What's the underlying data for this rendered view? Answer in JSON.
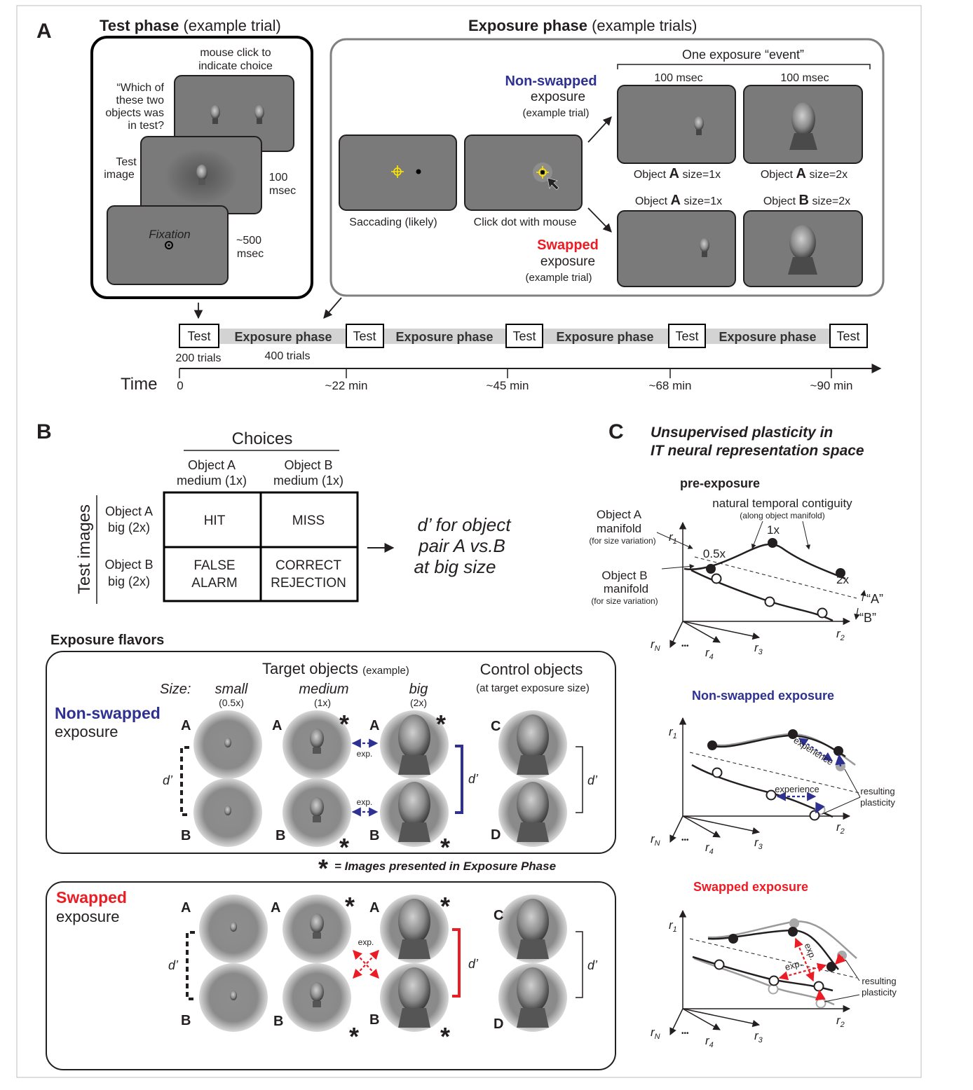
{
  "colors": {
    "nonswapped": "#2e3192",
    "swapped": "#ec1c24",
    "screen_gray": "#7a7a7a",
    "timeline_band": "#d3d3d3",
    "text": "#231f20",
    "fixation_yellow": "#ffe600"
  },
  "panel_a": {
    "label": "A",
    "test_title": "Test phase",
    "test_subtitle": "(example trial)",
    "mouse_click_1": "mouse click to",
    "mouse_click_2": "indicate choice",
    "question_1": "“Which of",
    "question_2": "these two",
    "question_3": "objects was",
    "question_4": "in test?",
    "test_image_1": "Test",
    "test_image_2": "image",
    "t100_1": "100",
    "t100_2": "msec",
    "fixation": "Fixation",
    "t500_1": "~500",
    "t500_2": "msec",
    "exposure_title": "Exposure phase",
    "exposure_subtitle": "(example trials)",
    "event_label": "One exposure “event”",
    "ms_left": "100 msec",
    "ms_right": "100 msec",
    "nonswapped_1": "Non-swapped",
    "nonswapped_2": "exposure",
    "nonswapped_3": "(example trial)",
    "swapped_1": "Swapped",
    "swapped_2": "exposure",
    "swapped_3": "(example trial)",
    "saccading": "Saccading (likely)",
    "click_dot": "Click dot with mouse",
    "obj_word": "Object",
    "obj_a": "A",
    "obj_b": "B",
    "size_1x": "size=1x",
    "size_2x": "size=2x"
  },
  "timeline": {
    "blocks": [
      "Test",
      "Exposure phase",
      "Test",
      "Exposure phase",
      "Test",
      "Exposure phase",
      "Test",
      "Exposure phase",
      "Test"
    ],
    "trials_test": "200 trials",
    "trials_exposure": "400 trials",
    "time_label": "Time",
    "ticks": [
      "0",
      "~22 min",
      "~45 min",
      "~68 min",
      "~90 min"
    ]
  },
  "panel_b": {
    "label": "B",
    "choices": "Choices",
    "col1_1": "Object A",
    "col1_2": "medium (1x)",
    "col2_1": "Object B",
    "col2_2": "medium (1x)",
    "row_axis": "Test images",
    "row1_1": "Object A",
    "row1_2": "big (2x)",
    "row2_1": "Object B",
    "row2_2": "big (2x)",
    "hit": "HIT",
    "miss": "MISS",
    "fa_1": "FALSE",
    "fa_2": "ALARM",
    "cr_1": "CORRECT",
    "cr_2": "REJECTION",
    "dprime_1": "d’ for object",
    "dprime_2": "pair A vs.B",
    "dprime_3": "at big size",
    "flavors_title": "Exposure flavors",
    "target_objects": "Target objects",
    "example": "(example)",
    "control_objects": "Control objects",
    "control_sub": "(at target exposure size)",
    "size_label": "Size:",
    "small": "small",
    "small_x": "(0.5x)",
    "medium": "medium",
    "medium_x": "(1x)",
    "big": "big",
    "big_x": "(2x)",
    "nonswapped_1": "Non-swapped",
    "nonswapped_2": "exposure",
    "swapped_1": "Swapped",
    "swapped_2": "exposure",
    "star": "*",
    "dprime": "d’",
    "exp": "exp.",
    "letter_a": "A",
    "letter_b": "B",
    "letter_c": "C",
    "letter_d": "D",
    "footnote": "= Images presented in Exposure Phase"
  },
  "panel_c": {
    "label": "C",
    "title_1": "Unsupervised plasticity in",
    "title_2": "IT neural representation space",
    "pre_exposure": "pre-exposure",
    "contiguity_1": "natural temporal contiguity",
    "contiguity_2": "(along object manifold)",
    "objA_1": "Object A",
    "objA_2": "manifold",
    "objA_3": "(for size variation)",
    "objB_1": "Object B",
    "objB_2": "manifold",
    "objB_3": "(for size variation)",
    "pt_05x": "0.5x",
    "pt_1x": "1x",
    "pt_2x": "2x",
    "region_a": "“A”",
    "region_b": "“B”",
    "r": "r",
    "sub_1": "1",
    "sub_2": "2",
    "sub_3": "3",
    "sub_4": "4",
    "sub_n": "N",
    "dots": "•••",
    "nonswapped_title": "Non-swapped exposure",
    "swapped_title": "Swapped exposure",
    "experience": "experience",
    "exp": "exp.",
    "resulting_1": "resulting",
    "resulting_2": "plasticity"
  }
}
